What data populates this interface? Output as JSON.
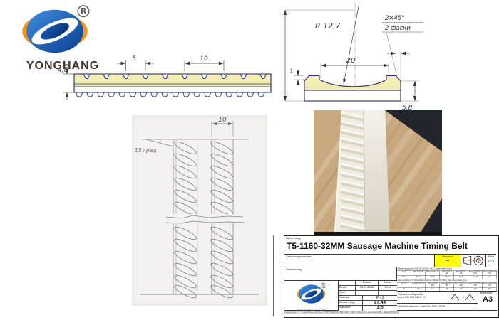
{
  "brand": {
    "name": "YONGHANG",
    "registered_mark": "R"
  },
  "dims": {
    "cross": {
      "height": "4,8",
      "pitch_small": "5",
      "pitch_large": "10"
    },
    "detail": {
      "radius": "R 12,7",
      "chamfer": "2×45°",
      "chamfer_note": "2 фаски",
      "width": "20",
      "lip": "1",
      "height": "5,8"
    },
    "pattern": {
      "width": "10",
      "angle": "15 град"
    }
  },
  "tb": {
    "benennung_label": "Benennung",
    "title": "T5-1160-32MM Sausage Machine Timing Belt",
    "zeichnungsnummer_label": "Zeichnungsnummer:",
    "revision_label": "Revision",
    "revision_value": "–",
    "blatt_label": "Blatt",
    "blatt_value": "1 / 1",
    "verwendung_label": "Verwendung:",
    "tol1": {
      "header": "Allgemeintoleranz DIN ISO 2768 - mK / Längenmaße (mm)",
      "ranges": [
        "bis 6",
        "über 6 bis 30",
        "über 30 bis 120",
        "über 120 bis 400",
        "über 400 bis 1 000",
        "über 1 000 bis 2 000",
        "über 2 000 bis 4 000"
      ],
      "values": [
        "±0,1",
        "±0,2",
        "±0,3",
        "±0,5",
        "±0,8",
        "±1,2",
        "±2"
      ]
    },
    "tol2": {
      "header": "Allgemeintoleranz für Schweißkonstruktionen DIN EN ISO 13920 - AE / Längenmaße (mm)",
      "ranges": [
        "bis 30",
        "über 30 bis 120",
        "über 120 bis 400",
        "über 400 bis 1 000",
        "über 1 000 bis 2 000",
        "über 2 000 bis 4 000",
        "über 4 000 bis 8 000"
      ],
      "values": [
        "±1",
        "±1",
        "±1",
        "±2",
        "±3",
        "±4",
        "±5"
      ]
    },
    "datum_label": "Datum",
    "name_label": "Name",
    "bearb_label": "Bearb.",
    "bearb_datum": "05.01.2026",
    "bearb_name": "EbJa",
    "gepr_label": "Gepr.",
    "material_label": "Material:",
    "material_value": "Pry3",
    "gewicht_label": "Gewicht (kg):",
    "gewicht_value": "27,44",
    "massstab_label": "Maßstab:",
    "massstab_value": "1:5",
    "schweiss_line1": "Schweißnahtqualität",
    "schweiss_line2": "nach EN ISO 5817 - C",
    "kanten_note": "Werkstückkanten nach DIN ISO 13715",
    "blattformat_label": "Blattformat",
    "blattformat_value": "A3",
    "dateiname": "Dateiname: C:\\_VaultProjekte\\05A37F65Z\\B659F65B3\\MEL\\NB13\\Stehen-Lehamel\\FMEL-NB63B93F(a)"
  }
}
